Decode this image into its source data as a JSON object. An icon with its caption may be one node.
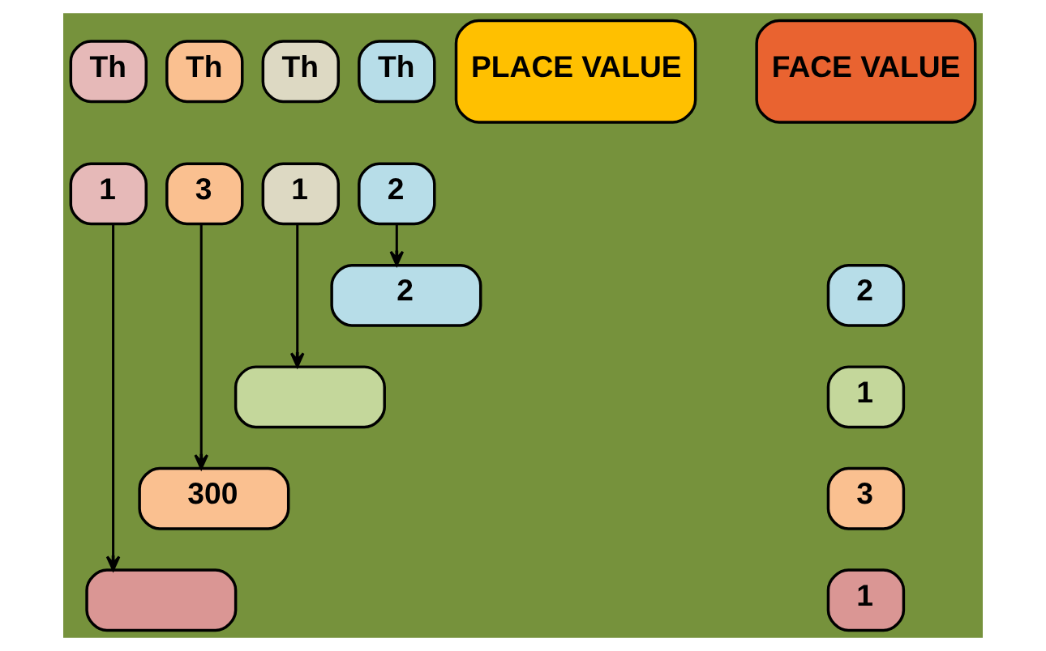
{
  "diagram": {
    "nodes": [
      {
        "text": [
          "Th"
        ]
      },
      {
        "text": [
          "Th"
        ]
      },
      {
        "text": [
          "Th"
        ]
      },
      {
        "text": [
          "Th"
        ]
      },
      {
        "text": [
          "PLACE VALUE"
        ]
      },
      {
        "text": [
          "FACE VALUE"
        ]
      },
      {
        "text": [
          "1"
        ]
      },
      {
        "text": [
          "3"
        ]
      },
      {
        "text": [
          "1"
        ]
      },
      {
        "text": [
          "2"
        ]
      },
      {
        "text": [
          "2"
        ]
      },
      {
        "text": [
          "2"
        ]
      },
      {
        "text": [],
        "shape": "box"
      },
      {
        "text": [
          "1"
        ]
      },
      {
        "text": [
          "300"
        ]
      },
      {
        "text": [
          "3"
        ]
      },
      {
        "text": [],
        "shape": "box"
      },
      {
        "text": [
          "1"
        ]
      }
    ],
    "edges": [
      {
        "from": 9,
        "to": 10,
        "arrow": "to"
      },
      {
        "from": 8,
        "to": 12,
        "arrow": "to"
      },
      {
        "from": 7,
        "to": 14,
        "arrow": "to"
      },
      {
        "from": 6,
        "to": 16,
        "arrow": "to"
      }
    ]
  }
}
